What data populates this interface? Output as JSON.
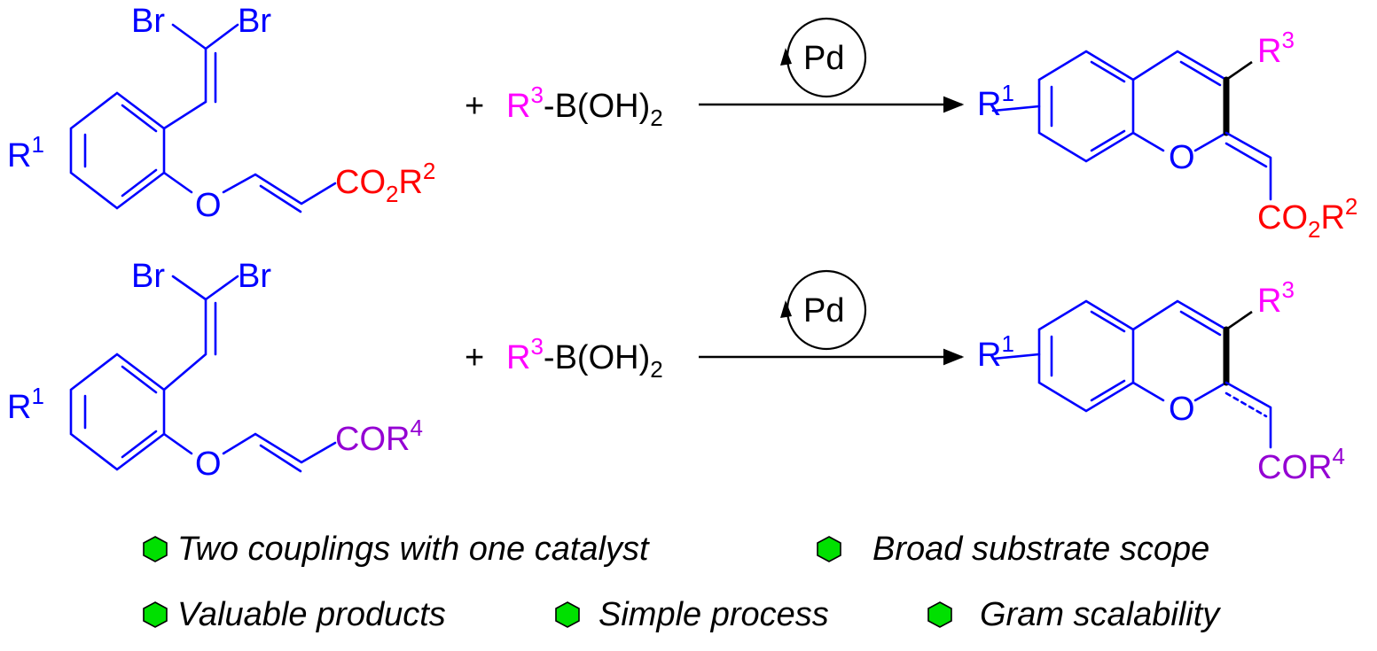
{
  "reactions": [
    {
      "substrate": {
        "r1": "R",
        "r1_sup": "1",
        "br_left": "Br",
        "br_right": "Br",
        "oxygen": "O",
        "ewg": "CO",
        "ewg_sub": "2",
        "ewg_r": "R",
        "ewg_sup": "2"
      },
      "reagent": {
        "plus": "+",
        "r3": "R",
        "r3_sup": "3",
        "boronic": "-B(OH)",
        "boronic_sub": "2"
      },
      "catalyst": "Pd",
      "product": {
        "r1": "R",
        "r1_sup": "1",
        "r3": "R",
        "r3_sup": "3",
        "oxygen": "O",
        "ewg": "CO",
        "ewg_sub": "2",
        "ewg_r": "R",
        "ewg_sup": "2"
      }
    },
    {
      "substrate": {
        "r1": "R",
        "r1_sup": "1",
        "br_left": "Br",
        "br_right": "Br",
        "oxygen": "O",
        "ewg": "COR",
        "ewg_sup": "4"
      },
      "reagent": {
        "plus": "+",
        "r3": "R",
        "r3_sup": "3",
        "boronic": "-B(OH)",
        "boronic_sub": "2"
      },
      "catalyst": "Pd",
      "product": {
        "r1": "R",
        "r1_sup": "1",
        "r3": "R",
        "r3_sup": "3",
        "oxygen": "O",
        "ewg": "COR",
        "ewg_sup": "4"
      }
    }
  ],
  "features": [
    "Two couplings with one catalyst",
    "Broad substrate scope",
    "Valuable products",
    "Simple process",
    "Gram scalability"
  ],
  "colors": {
    "scaffold": "#0000ff",
    "r3_group": "#ff00ff",
    "ester_group": "#ff0000",
    "ketone_group": "#9400d3",
    "bullet": "#00e000"
  }
}
